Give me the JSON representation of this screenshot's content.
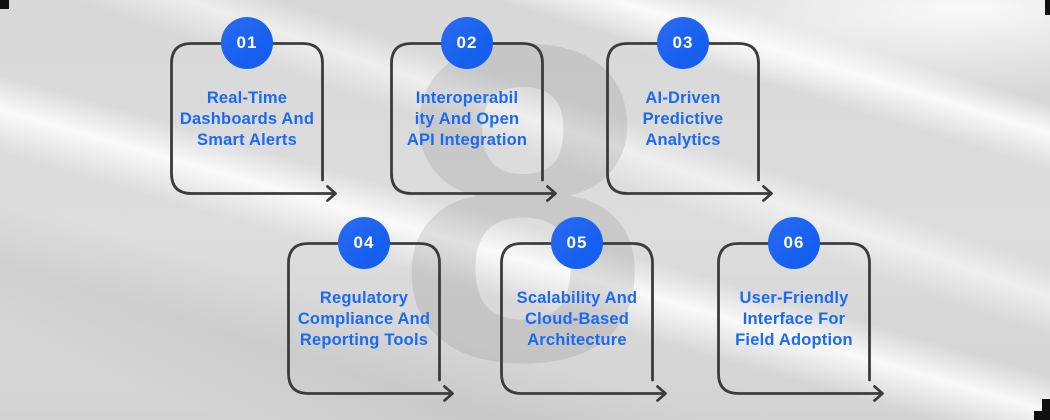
{
  "colors": {
    "accent_blue": "#155fef",
    "accent_blue_light": "#2a6cf2",
    "text_blue": "#1b6af4",
    "outline": "#3c3c3c",
    "number_text": "#ffffff"
  },
  "watermark": {
    "glyph": "8"
  },
  "cards": [
    {
      "number": "01",
      "lines": [
        "Real-Time",
        "Dashboards And",
        "Smart Alerts"
      ]
    },
    {
      "number": "02",
      "lines": [
        "Interoperabil",
        "ity And Open",
        "API Integration"
      ]
    },
    {
      "number": "03",
      "lines": [
        "AI-Driven",
        "Predictive",
        "Analytics"
      ]
    },
    {
      "number": "04",
      "lines": [
        "Regulatory",
        "Compliance And",
        "Reporting Tools"
      ]
    },
    {
      "number": "05",
      "lines": [
        "Scalability And",
        "Cloud-Based",
        "Architecture"
      ]
    },
    {
      "number": "06",
      "lines": [
        "User-Friendly",
        "Interface For",
        "Field Adoption"
      ]
    }
  ]
}
